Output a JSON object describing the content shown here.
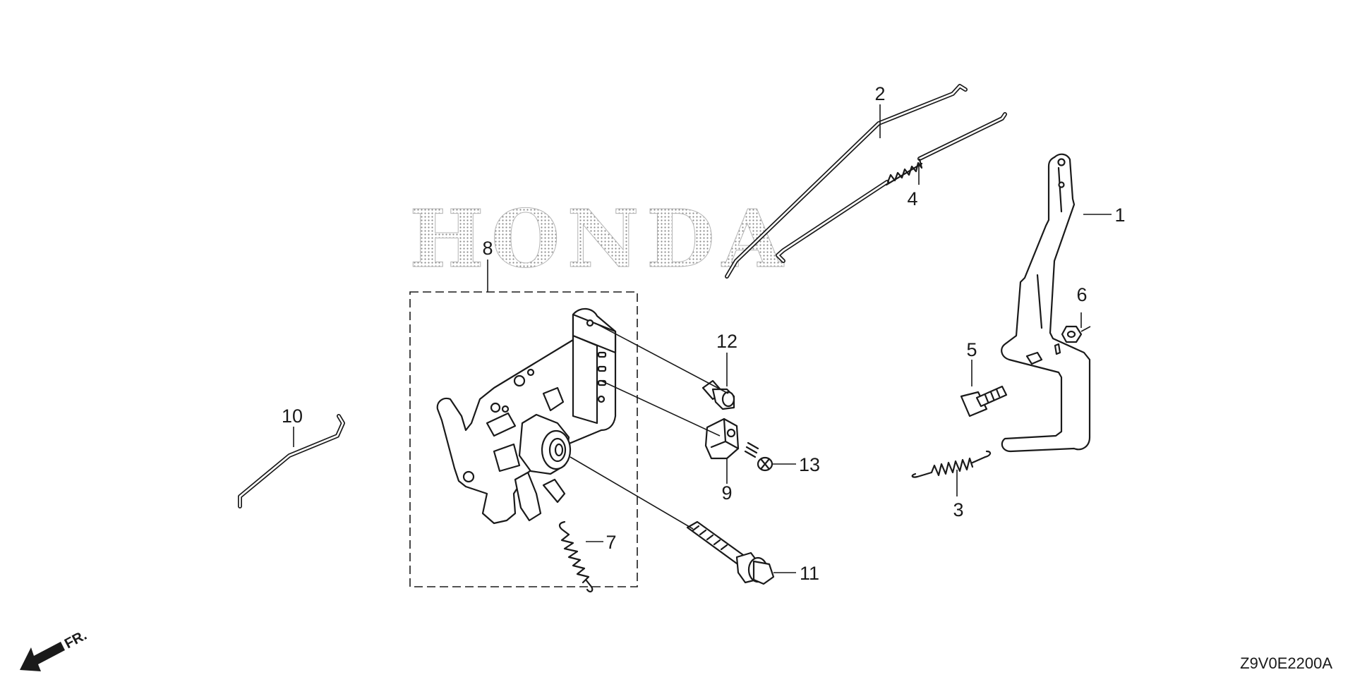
{
  "diagram": {
    "watermark": "HONDA",
    "drawing_code": "Z9V0E2200A",
    "front_marker": "FR.",
    "callouts": [
      "1",
      "2",
      "3",
      "4",
      "5",
      "6",
      "7",
      "8",
      "9",
      "10",
      "11",
      "12",
      "13"
    ]
  }
}
